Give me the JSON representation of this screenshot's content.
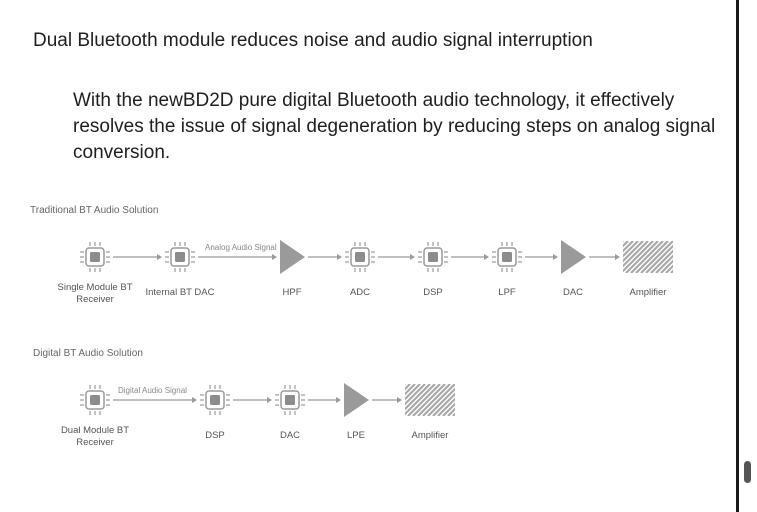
{
  "heading": "Dual Bluetooth module reduces noise and audio signal interruption",
  "paragraph": "With the newBD2D pure digital Bluetooth audio technology, it effectively resolves the issue of signal degeneration by reducing steps on analog signal conversion.",
  "traditional": {
    "title": "Traditional BT Audio Solution",
    "signal_label": "Analog Audio Signal",
    "nodes": [
      {
        "label": "Single Module BT\nReceiver",
        "icon": "chip-icon"
      },
      {
        "label": "Internal BT DAC",
        "icon": "chip-icon"
      },
      {
        "label": "HPF",
        "icon": "triangle-icon"
      },
      {
        "label": "ADC",
        "icon": "chip-icon"
      },
      {
        "label": "DSP",
        "icon": "chip-icon"
      },
      {
        "label": "LPF",
        "icon": "chip-icon"
      },
      {
        "label": "DAC",
        "icon": "triangle-icon"
      },
      {
        "label": "Amplifier",
        "icon": "hatched-box-icon"
      }
    ]
  },
  "digital": {
    "title": "Digital BT Audio Solution",
    "signal_label": "Digital Audio Signal",
    "nodes": [
      {
        "label": "Dual Module BT\nReceiver",
        "icon": "chip-icon"
      },
      {
        "label": "DSP",
        "icon": "chip-icon"
      },
      {
        "label": "DAC",
        "icon": "chip-icon"
      },
      {
        "label": "LPE",
        "icon": "triangle-icon"
      },
      {
        "label": "Amplifier",
        "icon": "hatched-box-icon"
      }
    ]
  },
  "colors": {
    "icon": "#9a9a9a",
    "chip_center": "#8c8c8c",
    "hatch": "#a8a8a8"
  }
}
